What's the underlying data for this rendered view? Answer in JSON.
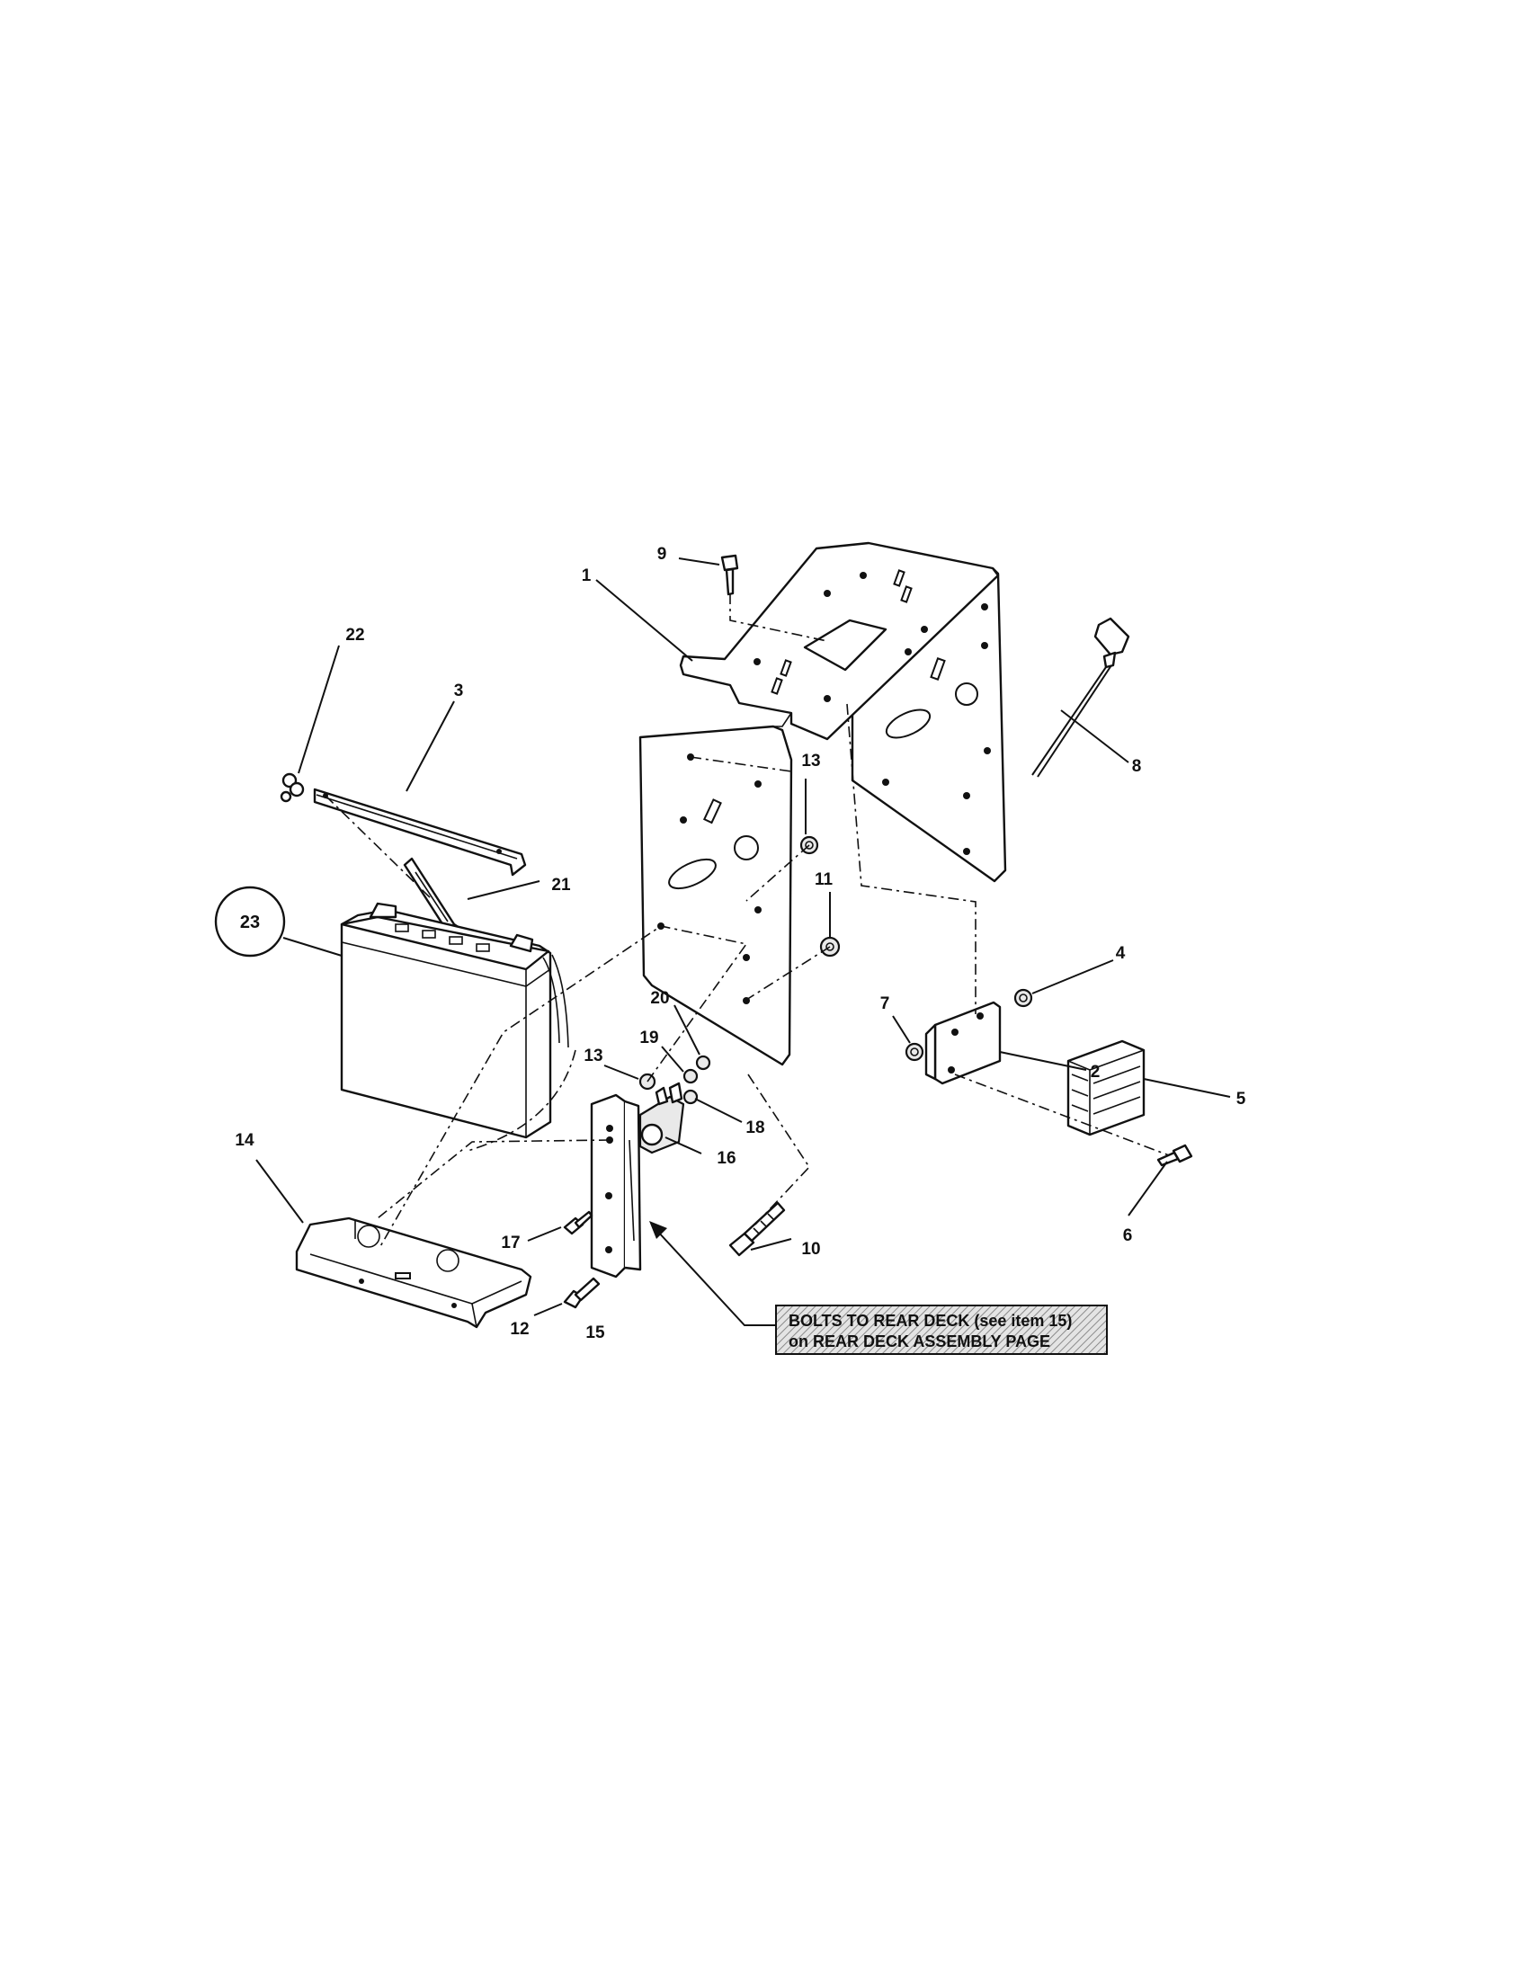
{
  "callouts": [
    {
      "num": "1"
    },
    {
      "num": "2"
    },
    {
      "num": "3"
    },
    {
      "num": "4"
    },
    {
      "num": "5"
    },
    {
      "num": "6"
    },
    {
      "num": "7"
    },
    {
      "num": "8"
    },
    {
      "num": "9"
    },
    {
      "num": "10"
    },
    {
      "num": "11"
    },
    {
      "num": "12"
    },
    {
      "num": "13"
    },
    {
      "num": "13"
    },
    {
      "num": "14"
    },
    {
      "num": "15"
    },
    {
      "num": "16"
    },
    {
      "num": "17"
    },
    {
      "num": "18"
    },
    {
      "num": "19"
    },
    {
      "num": "20"
    },
    {
      "num": "21"
    },
    {
      "num": "22"
    },
    {
      "num": "23"
    }
  ],
  "note": {
    "line1": "BOLTS TO REAR DECK (see item 15)",
    "line2": "on REAR DECK ASSEMBLY PAGE"
  },
  "colors": {
    "ink": "#111111",
    "paper": "#ffffff",
    "note_fill": "#d9d9d9"
  }
}
